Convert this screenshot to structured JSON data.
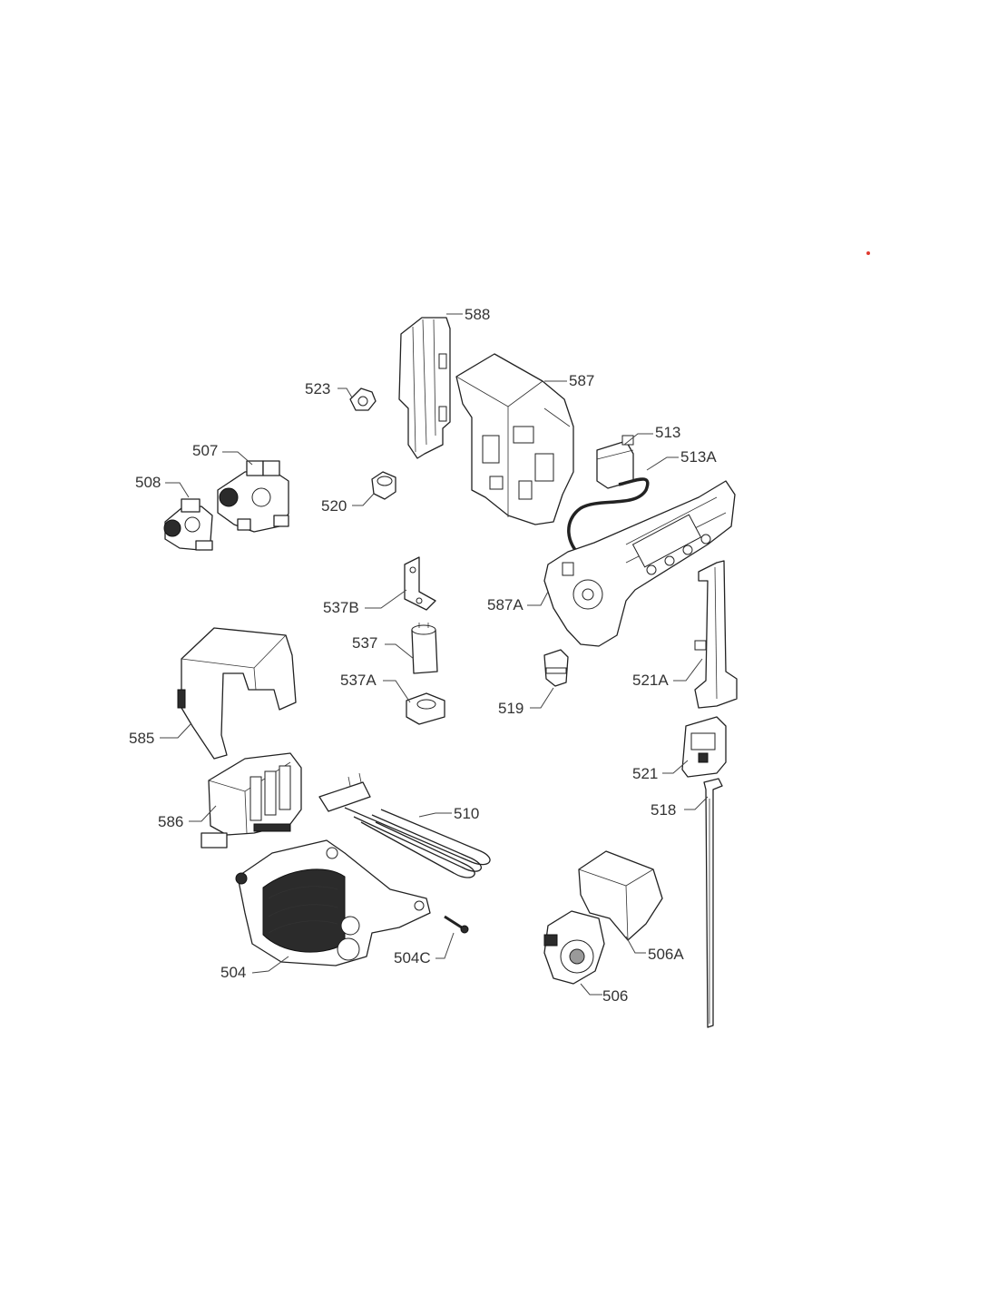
{
  "diagram": {
    "labels": {
      "p588": "588",
      "p587": "587",
      "p523": "523",
      "p513": "513",
      "p513a": "513A",
      "p507": "507",
      "p508": "508",
      "p520": "520",
      "p537b": "537B",
      "p587a": "587A",
      "p537": "537",
      "p537a": "537A",
      "p521a": "521A",
      "p519": "519",
      "p585": "585",
      "p521": "521",
      "p586": "586",
      "p518": "518",
      "p510": "510",
      "p504c": "504C",
      "p506a": "506A",
      "p504": "504",
      "p506": "506"
    },
    "marker_color": "#e03a2f"
  }
}
